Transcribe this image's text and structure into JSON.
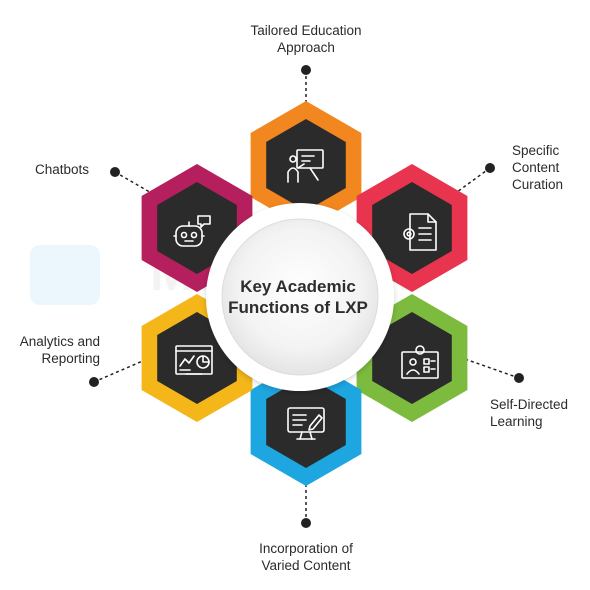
{
  "center": {
    "title": "Key Academic\nFunctions of LXP"
  },
  "nodes": [
    {
      "id": "tailored",
      "label": "Tailored Education\nApproach",
      "color": "#F2871F",
      "icon": "presentation-icon"
    },
    {
      "id": "curation",
      "label": "Specific\nContent\nCuration",
      "color": "#E8344F",
      "icon": "document-gear-icon"
    },
    {
      "id": "selfdirected",
      "label": "Self-Directed\nLearning",
      "color": "#7DBB3F",
      "icon": "learner-board-icon"
    },
    {
      "id": "varied",
      "label": "Incorporation of\nVaried Content",
      "color": "#1DA6DF",
      "icon": "monitor-edit-icon"
    },
    {
      "id": "analytics",
      "label": "Analytics and\nReporting",
      "color": "#F4B619",
      "icon": "analytics-dashboard-icon"
    },
    {
      "id": "chatbots",
      "label": "Chatbots",
      "color": "#B51F5D",
      "icon": "chatbot-icon"
    }
  ],
  "colors": {
    "hex_inner": "#2b2b2b",
    "connector": "#222222",
    "label": "#2b2b2b"
  }
}
